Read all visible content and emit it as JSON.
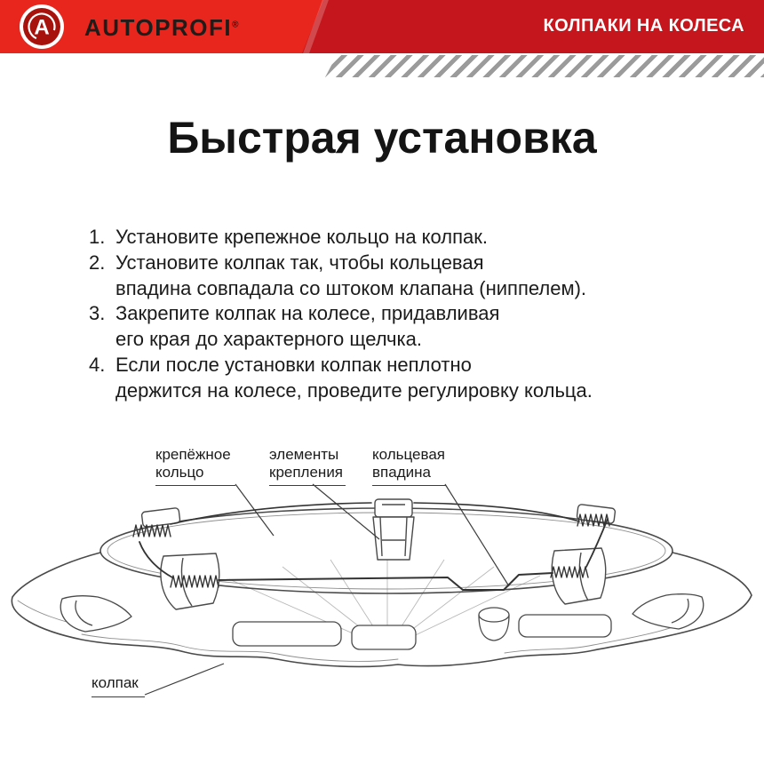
{
  "header": {
    "brand": "AUTOPROFI",
    "registered": "®",
    "banner": "КОЛПАКИ НА КОЛЕСА",
    "logo_letter": "A",
    "colors": {
      "red": "#E8261D",
      "dark_red": "#C4161C",
      "logo_red": "#A8120D"
    }
  },
  "title": "Быстрая установка",
  "instructions": [
    {
      "num": "1.",
      "lines": [
        "Установите крепежное кольцо на колпак."
      ]
    },
    {
      "num": "2.",
      "lines": [
        "Установите колпак так, чтобы кольцевая",
        "впадина совпадала со штоком клапана (ниппелем)."
      ]
    },
    {
      "num": "3.",
      "lines": [
        "Закрепите колпак на колесе, придавливая",
        "его края до характерного щелчка."
      ]
    },
    {
      "num": "4.",
      "lines": [
        "Если после установки колпак неплотно",
        "держится на колесе, проведите регулировку кольца."
      ]
    }
  ],
  "diagram": {
    "labels": {
      "mount_ring": [
        "крепёжное",
        "кольцо"
      ],
      "fasteners": [
        "элементы",
        "крепления"
      ],
      "groove": [
        "кольцевая",
        "впадина"
      ],
      "cap": [
        "колпак"
      ]
    }
  }
}
